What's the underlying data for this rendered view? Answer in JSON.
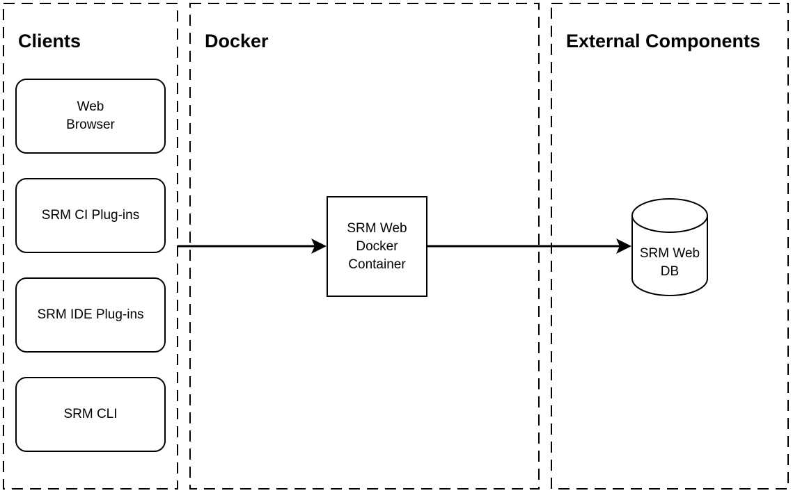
{
  "zones": {
    "clients": {
      "title": "Clients"
    },
    "docker": {
      "title": "Docker"
    },
    "external": {
      "title": "External Components"
    }
  },
  "clients": {
    "web_browser": {
      "line1": "Web",
      "line2": "Browser"
    },
    "ci_plugins": {
      "label": "SRM CI Plug-ins"
    },
    "ide_plugins": {
      "label": "SRM IDE Plug-ins"
    },
    "cli": {
      "label": "SRM CLI"
    }
  },
  "docker_container": {
    "line1": "SRM Web",
    "line2": "Docker",
    "line3": "Container"
  },
  "database": {
    "line1": "SRM Web",
    "line2": "DB"
  },
  "colors": {
    "stroke": "#000000",
    "fill": "#ffffff"
  }
}
